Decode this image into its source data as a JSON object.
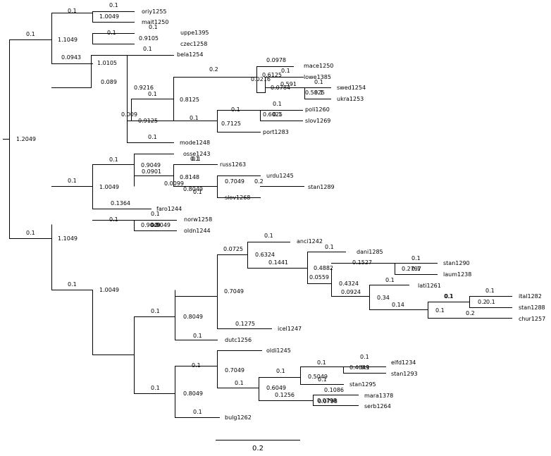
{
  "tree": {
    "leaves": [
      {
        "label": "oriy1255"
      },
      {
        "label": "mait1250"
      },
      {
        "label": "uppe1395"
      },
      {
        "label": "czec1258"
      },
      {
        "label": "bela1254"
      },
      {
        "label": "mace1250"
      },
      {
        "label": "lowe1385"
      },
      {
        "label": "swed1254"
      },
      {
        "label": "ukra1253"
      },
      {
        "label": "poli1260"
      },
      {
        "label": "slov1269"
      },
      {
        "label": "port1283"
      },
      {
        "label": "mode1248"
      },
      {
        "label": "osse1243"
      },
      {
        "label": "russ1263"
      },
      {
        "label": "urdu1245"
      },
      {
        "label": "stan1289"
      },
      {
        "label": "slov1268"
      },
      {
        "label": "faro1244"
      },
      {
        "label": "norw1258"
      },
      {
        "label": "oldn1244"
      },
      {
        "label": "anci1242"
      },
      {
        "label": "dani1285"
      },
      {
        "label": "stan1290"
      },
      {
        "label": "laum1238"
      },
      {
        "label": "lati1261"
      },
      {
        "label": "ital1282"
      },
      {
        "label": "stan1288"
      },
      {
        "label": "chur1257"
      },
      {
        "label": "icel1247"
      },
      {
        "label": "dutc1256"
      },
      {
        "label": "oldi1245"
      },
      {
        "label": "elfd1234"
      },
      {
        "label": "stan1293"
      },
      {
        "label": "stan1295"
      },
      {
        "label": "mara1378"
      },
      {
        "label": "serb1264"
      },
      {
        "label": "bulg1262"
      }
    ],
    "branch_labels": [
      "1.2049",
      "0.1",
      "1.1049",
      "0.0943",
      "0.1",
      "1.0049",
      "0.1",
      "0.1",
      "0.9105",
      "0.1",
      "1.0105",
      "0.089",
      "0.1",
      "0.9216",
      "0.009",
      "0.1",
      "0.8125",
      "0.9125",
      "0.2",
      "0.0216",
      "0.0978",
      "0.6125",
      "0.1",
      "0.0784",
      "0.591",
      "0.1",
      "0.5825",
      "0.1",
      "0.1",
      "0.7125",
      "0.1",
      "0.6025",
      "0.1",
      "0.1",
      "0.1",
      "0.1",
      "1.1049",
      "0.1",
      "1.0049",
      "0.1364",
      "0.1",
      "0.9049",
      "0.0901",
      "0.8148",
      "0.1",
      "0.0099",
      "0.8049",
      "0.1",
      "0.1",
      "0.7049",
      "0.2",
      "0.1",
      "1.0049",
      "0.1",
      "0.9049",
      "0.1",
      "0.1",
      "0.9049",
      "0.1",
      "0.8049",
      "0.1",
      "0.0725",
      "0.7049",
      "0.1275",
      "0.1",
      "0.6324",
      "0.1441",
      "0.1",
      "0.4882",
      "0.0559",
      "0.1527",
      "0.1",
      "0.2797",
      "0.1",
      "0.1",
      "0.4324",
      "0.0924",
      "0.1",
      "0.34",
      "0.14",
      "0.1",
      "0.2",
      "0.1",
      "0.1",
      "0.1",
      "0.2",
      "0.1",
      "0.8049",
      "0.1",
      "0.1",
      "0.7049",
      "0.1",
      "0.1",
      "0.6049",
      "0.1256",
      "0.1",
      "0.5049",
      "0.1",
      "0.1",
      "0.4049",
      "0.1",
      "0.1086",
      "0.0798",
      "0.0798"
    ],
    "scale_bar": {
      "value": 0.2,
      "label": "0.2"
    }
  }
}
